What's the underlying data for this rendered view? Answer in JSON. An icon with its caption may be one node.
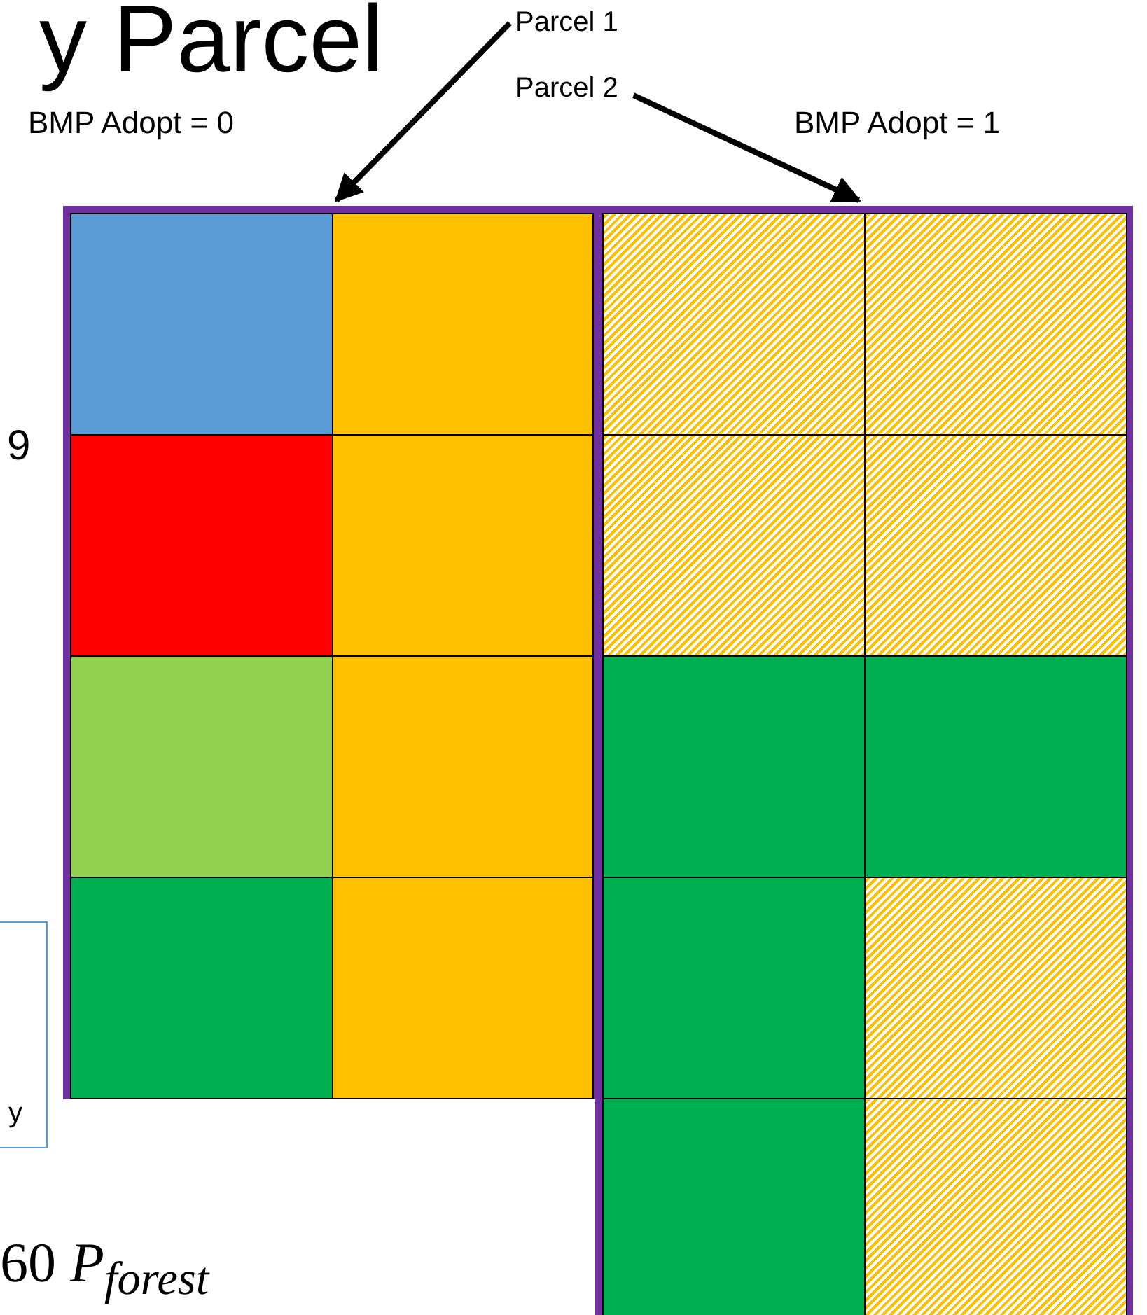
{
  "diagram": {
    "title": "y Parcel",
    "nodes": [
      {
        "text": [
          "Parcel 1"
        ]
      },
      {
        "text": [
          "Parcel 2"
        ]
      },
      {
        "text": [],
        "shape": "box"
      },
      {
        "text": [],
        "shape": "box",
        "in": 2
      },
      {
        "text": [],
        "shape": "box",
        "in": 2
      },
      {
        "text": [],
        "shape": "box",
        "in": 2
      },
      {
        "text": [],
        "shape": "box",
        "in": 2
      },
      {
        "text": [],
        "shape": "box",
        "in": 2
      },
      {
        "text": [],
        "shape": "box",
        "in": 2
      },
      {
        "text": [],
        "shape": "box",
        "in": 2
      },
      {
        "text": [],
        "shape": "box",
        "in": 2
      },
      {
        "text": [],
        "shape": "box"
      },
      {
        "text": [],
        "shape": "box",
        "in": 11
      },
      {
        "text": [],
        "shape": "box",
        "in": 11
      },
      {
        "text": [],
        "shape": "box",
        "in": 11
      },
      {
        "text": [],
        "shape": "box",
        "in": 11
      },
      {
        "text": [],
        "shape": "box",
        "in": 11
      },
      {
        "text": [],
        "shape": "box",
        "in": 11
      },
      {
        "text": [],
        "shape": "box",
        "in": 11
      },
      {
        "text": [],
        "shape": "box",
        "in": 11
      },
      {
        "text": [],
        "shape": "box",
        "in": 11
      },
      {
        "text": [],
        "shape": "box",
        "in": 11
      },
      {
        "text": [
          "y"
        ]
      }
    ],
    "edges": [
      {
        "from": 0,
        "to": 2,
        "arrow": "to"
      },
      {
        "from": 1,
        "to": 11,
        "arrow": "to"
      }
    ],
    "labels": [
      "BMP Adopt = 0",
      "BMP Adopt = 1",
      "9",
      "60 *P*$_{forest}$"
    ]
  }
}
